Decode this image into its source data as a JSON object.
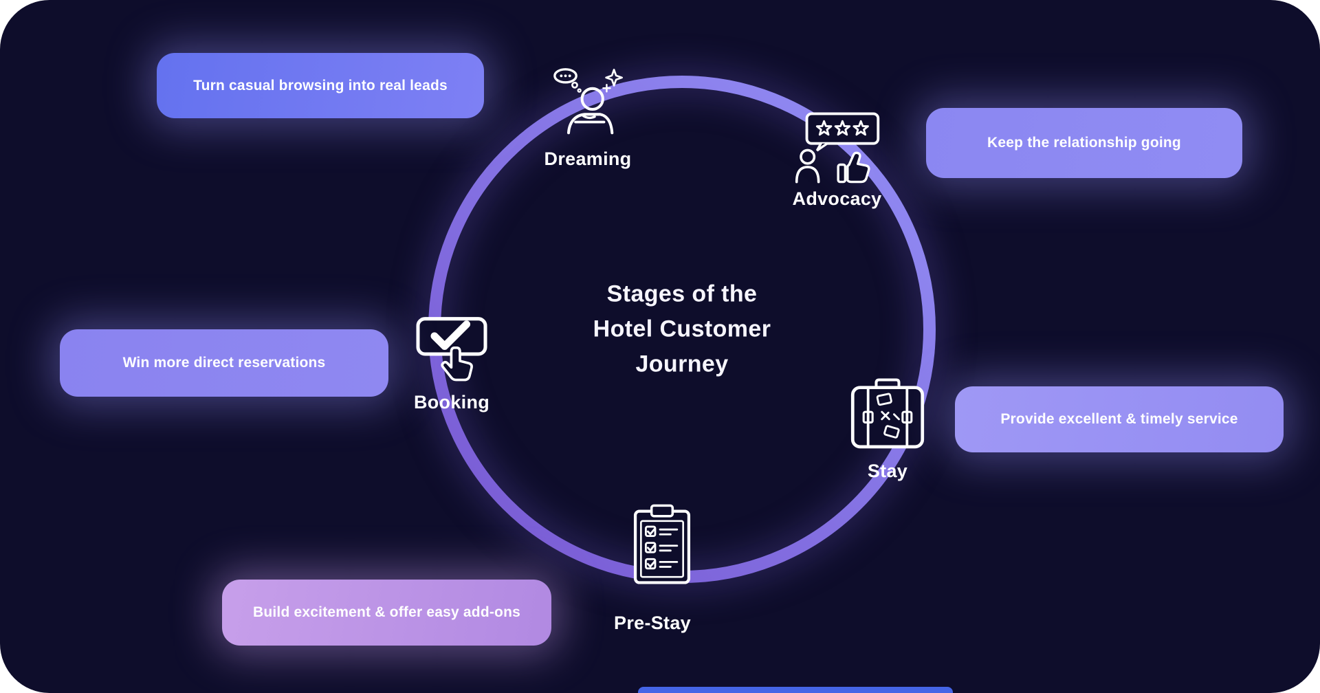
{
  "canvas": {
    "background": "#0e0d2b",
    "page_background": "#ffffff"
  },
  "center_title": {
    "lines": [
      "Stages of the",
      "Hotel Customer",
      "Journey"
    ]
  },
  "ring": {
    "color_start": "#938ff6",
    "color_end": "#7757d1"
  },
  "stages": [
    {
      "label": "Dreaming",
      "icon": "daydreaming-person-icon"
    },
    {
      "label": "Advocacy",
      "icon": "review-stars-thumbs-up-icon"
    },
    {
      "label": "Stay",
      "icon": "suitcase-icon"
    },
    {
      "label": "Pre-Stay",
      "icon": "checklist-clipboard-icon"
    },
    {
      "label": "Booking",
      "icon": "checkbox-click-icon"
    }
  ],
  "callouts": [
    {
      "stage": "Dreaming",
      "text": "Turn casual browsing into real leads",
      "color_start": "#6472ef",
      "color_end": "#7e80f4"
    },
    {
      "stage": "Advocacy",
      "text": "Keep the relationship going",
      "color_start": "#8b87f2",
      "color_end": "#908cf3"
    },
    {
      "stage": "Booking",
      "text": "Win more direct reservations",
      "color_start": "#8a83f0",
      "color_end": "#8f88f1"
    },
    {
      "stage": "Stay",
      "text": "Provide excellent & timely service",
      "color_start": "#9f98f5",
      "color_end": "#938cf2"
    },
    {
      "stage": "Pre-Stay",
      "text": "Build excitement & offer easy add-ons",
      "color_start": "#c79fea",
      "color_end": "#b189e2"
    }
  ],
  "bottom_bar": {
    "color": "#4565e6"
  }
}
